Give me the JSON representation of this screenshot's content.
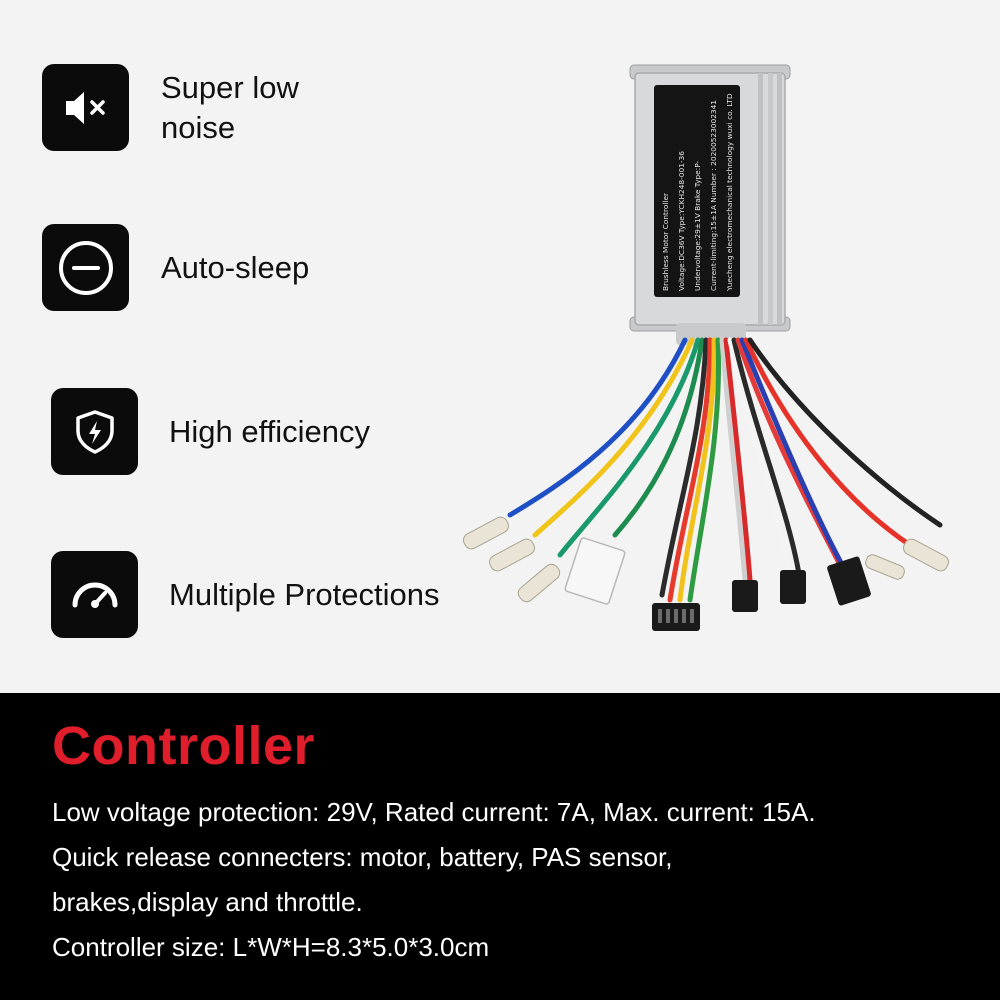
{
  "features": [
    {
      "label": "Super low noise",
      "icon": "speaker-mute-icon"
    },
    {
      "label": "Auto-sleep",
      "icon": "minus-circle-icon"
    },
    {
      "label": "High efficiency",
      "icon": "shield-bolt-icon"
    },
    {
      "label": "Multiple Protections",
      "icon": "speedometer-icon"
    }
  ],
  "product": {
    "label_lines": [
      "Brushless Motor Controller",
      "Voltage:DC36V          Type:YCKH248-001-36",
      "Undervoltage:29±1V       Brake Type:P-",
      "Current-limiting:15±1A    Number : 20200523002341",
      "Yuecheng electromechanical technology wuxi co. LTD"
    ]
  },
  "bottom": {
    "title": "Controller",
    "specs": [
      "Low voltage protection: 29V, Rated current: 7A, Max. current: 15A.",
      "Quick release connecters: motor, battery, PAS sensor,",
      "brakes,display and throttle.",
      "Controller size: L*W*H=8.3*5.0*3.0cm"
    ]
  },
  "colors": {
    "title_red": "#e01e2b",
    "icon_bg": "#0b0b0b",
    "banner_bg": "#000000",
    "page_bg": "#f3f3f3"
  }
}
